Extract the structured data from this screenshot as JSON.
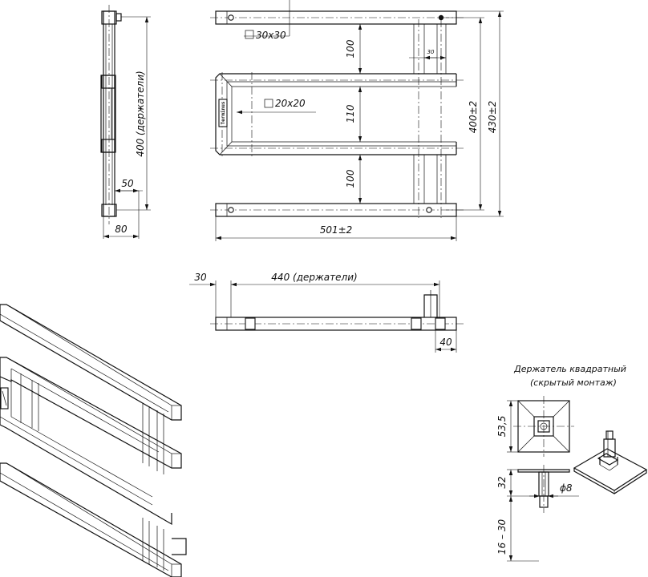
{
  "side_view": {
    "height_label": "400 (держатели)",
    "offset_label": "50",
    "width_label": "80"
  },
  "front_view": {
    "top_profile_label": "30x30",
    "mid_profile_label": "20x20",
    "gap_top_label": "100",
    "gap_mid_label": "110",
    "gap_bottom_label": "100",
    "holder_width_label": "30",
    "height_inner_label": "400±2",
    "height_outer_label": "430±2",
    "width_label": "501±2",
    "brand_label": "Terminus"
  },
  "bottom_view": {
    "left_offset_label": "30",
    "holders_label": "440 (держатели)",
    "right_offset_label": "40"
  },
  "holder_detail": {
    "title_line1": "Держатель квадратный",
    "title_line2": "(скрытый монтаж)",
    "plate_size_label": "53,5",
    "depth_label": "32",
    "diameter_label": "ϕ8",
    "range_label": "16 – 30"
  }
}
